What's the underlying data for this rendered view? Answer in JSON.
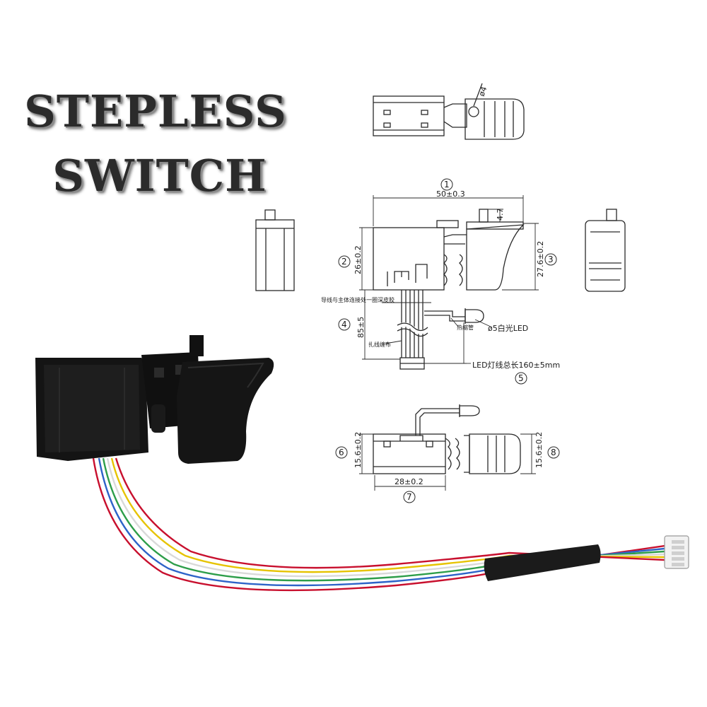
{
  "title": {
    "line1": "STEPLESS",
    "line2": "SWITCH"
  },
  "dimensions": {
    "length": "50±0.3",
    "nub": "4.7",
    "height_body": "26±0.2",
    "height_trigger": "27.6±0.2",
    "cable": "85±5",
    "led_wire": "LED灯线总长160±5mm",
    "led": "ø5白光LED",
    "width_body": "15.6±0.2",
    "width_trigger": "15.6±0.2",
    "base": "28±0.2",
    "pivot": "ø4"
  },
  "notes": {
    "glue": "导线与主体连接处一圈深皮胶",
    "sleeve": "热缩管",
    "tie": "扎线缠布"
  },
  "markers": [
    "1",
    "2",
    "3",
    "4",
    "5",
    "6",
    "7",
    "8"
  ],
  "colors": {
    "line": "#2a2a2a",
    "body": "#141414",
    "wire_red": "#c8102e",
    "wire_yellow": "#e6c300",
    "wire_green": "#2e9e4a",
    "wire_blue": "#2d63c8",
    "wire_white": "#e8e8e8"
  }
}
